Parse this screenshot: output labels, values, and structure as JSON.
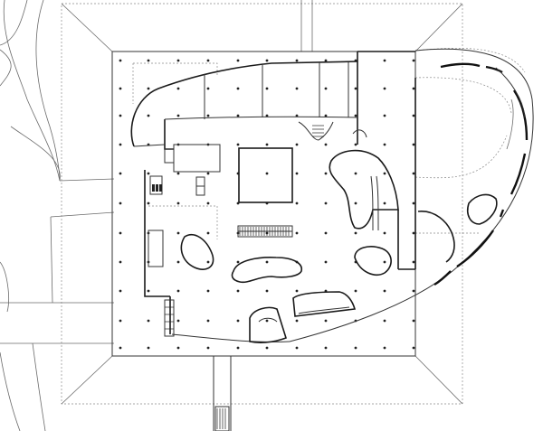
{
  "drawing": {
    "type": "architectural-floor-plan",
    "column_grid": {
      "x_positions": [
        133,
        164,
        197,
        230,
        263,
        295,
        328,
        360,
        393,
        425,
        457
      ],
      "y_positions": [
        67,
        98,
        128,
        160,
        192,
        225,
        258,
        290,
        322,
        355,
        385
      ]
    },
    "colors": {
      "line": "#1a1a1a",
      "thin_line": "#6a6a6a",
      "background": "#ffffff"
    }
  }
}
